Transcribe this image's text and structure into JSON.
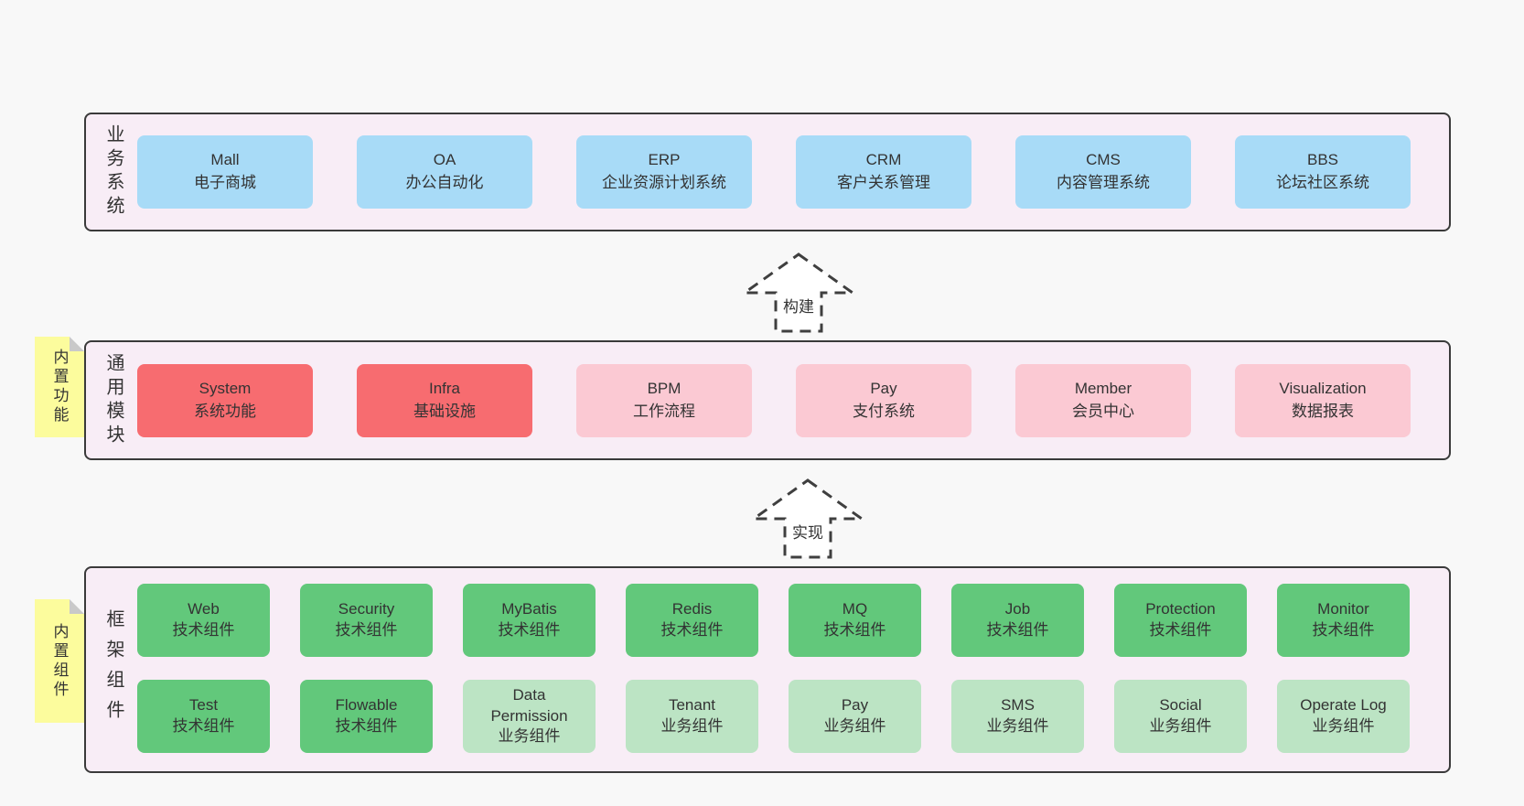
{
  "colors": {
    "page_bg": "#f8f8f8",
    "container_bg": "#f8edf6",
    "container_border": "#3a3a3a",
    "blue_box": "#a8dbf7",
    "red_box": "#f76c70",
    "pink_box": "#fbc9d3",
    "green_box": "#62c87b",
    "green_light_box": "#bce4c4",
    "note_bg": "#fcfc9d",
    "note_fold": "#c9c9c9",
    "arrow_stroke": "#3f3f3f",
    "text": "#333333"
  },
  "arrows": [
    {
      "label": "构建"
    },
    {
      "label": "实现"
    }
  ],
  "sections": {
    "business": {
      "label": "业务系统",
      "boxes": [
        {
          "title": "Mall",
          "subtitle": "电子商城"
        },
        {
          "title": "OA",
          "subtitle": "办公自动化"
        },
        {
          "title": "ERP",
          "subtitle": "企业资源计划系统"
        },
        {
          "title": "CRM",
          "subtitle": "客户关系管理"
        },
        {
          "title": "CMS",
          "subtitle": "内容管理系统"
        },
        {
          "title": "BBS",
          "subtitle": "论坛社区系统"
        }
      ]
    },
    "modules": {
      "label": "通用模块",
      "note": "内置功能",
      "boxes": [
        {
          "title": "System",
          "subtitle": "系统功能"
        },
        {
          "title": "Infra",
          "subtitle": "基础设施"
        },
        {
          "title": "BPM",
          "subtitle": "工作流程"
        },
        {
          "title": "Pay",
          "subtitle": "支付系统"
        },
        {
          "title": "Member",
          "subtitle": "会员中心"
        },
        {
          "title": "Visualization",
          "subtitle": "数据报表"
        }
      ]
    },
    "components": {
      "label": "框架组件",
      "note": "内置组件",
      "row1": [
        {
          "title": "Web",
          "subtitle": "技术组件"
        },
        {
          "title": "Security",
          "subtitle": "技术组件"
        },
        {
          "title": "MyBatis",
          "subtitle": "技术组件"
        },
        {
          "title": "Redis",
          "subtitle": "技术组件"
        },
        {
          "title": "MQ",
          "subtitle": "技术组件"
        },
        {
          "title": "Job",
          "subtitle": "技术组件"
        },
        {
          "title": "Protection",
          "subtitle": "技术组件"
        },
        {
          "title": "Monitor",
          "subtitle": "技术组件"
        }
      ],
      "row2": [
        {
          "title": "Test",
          "subtitle": "技术组件"
        },
        {
          "title": "Flowable",
          "subtitle": "技术组件"
        },
        {
          "title": "Data Permission",
          "subtitle": "业务组件"
        },
        {
          "title": "Tenant",
          "subtitle": "业务组件"
        },
        {
          "title": "Pay",
          "subtitle": "业务组件"
        },
        {
          "title": "SMS",
          "subtitle": "业务组件"
        },
        {
          "title": "Social",
          "subtitle": "业务组件"
        },
        {
          "title": "Operate Log",
          "subtitle": "业务组件"
        }
      ]
    }
  }
}
